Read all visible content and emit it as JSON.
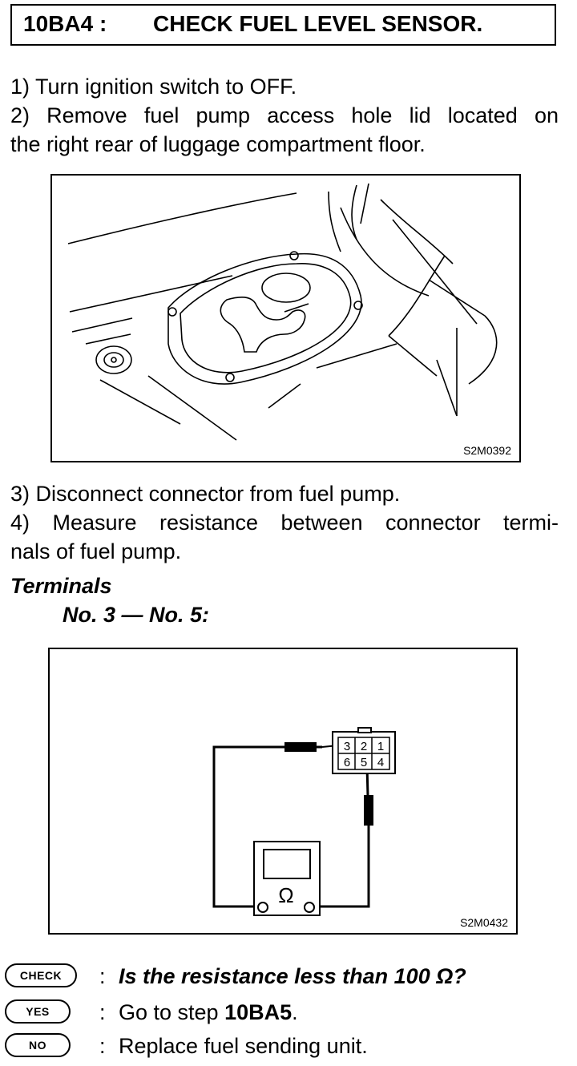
{
  "header": {
    "code": "10BA4 :",
    "title": "CHECK FUEL LEVEL SENSOR."
  },
  "steps": {
    "s1": "1)  Turn ignition switch to OFF.",
    "s2a": "2)  Remove fuel pump access hole lid located on",
    "s2b": "the right rear of luggage compartment floor.",
    "s3": "3)  Disconnect connector from fuel pump.",
    "s4a": "4)  Measure resistance between connector termi-",
    "s4b": "nals of fuel pump."
  },
  "figures": {
    "fig1_code": "S2M0392",
    "fig2_code": "S2M0432",
    "connector_terminals": [
      "3",
      "2",
      "1",
      "6",
      "5",
      "4"
    ],
    "meter_symbol": "Ω"
  },
  "terminals": {
    "heading": "Terminals",
    "spec": "No. 3 — No. 5:"
  },
  "checks": [
    {
      "badge": "CHECK",
      "colon": ":",
      "text": "Is the resistance less than 100 Ω?"
    },
    {
      "badge": "YES",
      "colon": ":",
      "text": "Go to step ",
      "bold": "10BA5",
      "tail": "."
    },
    {
      "badge": "NO",
      "colon": ":",
      "text": "Replace fuel sending unit."
    }
  ]
}
